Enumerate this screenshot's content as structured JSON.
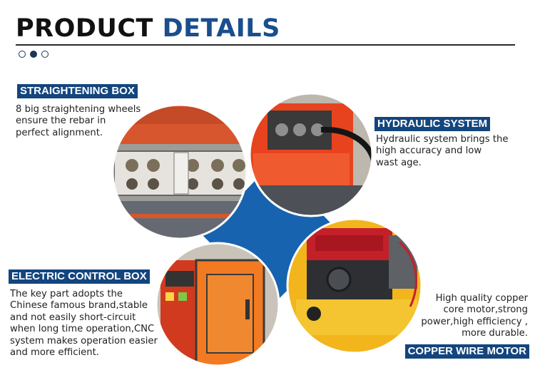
{
  "header": {
    "title_word1": "PRODUCT",
    "title_word2": "DETAILS"
  },
  "pager": {
    "total": 3,
    "active_index": 1
  },
  "features": [
    {
      "label": "STRAIGHTENING BOX",
      "lines": [
        "8 big straightening wheels",
        "ensure the rebar in",
        "perfect alignment."
      ]
    },
    {
      "label": "HYDRAULIC SYSTEM",
      "lines": [
        "Hydraulic system brings the",
        "high accuracy and low",
        "wast age."
      ]
    },
    {
      "label": "ELECTRIC CONTROL BOX",
      "lines": [
        "The key part adopts the",
        "Chinese famous brand,stable",
        "and not easily short-circuit",
        "when long time operation,CNC",
        "system makes operation easier",
        "and more efficient."
      ]
    },
    {
      "label": "COPPER WIRE MOTOR",
      "lines": [
        "High quality copper",
        "core motor,strong",
        "power,high efficiency ,",
        "more durable."
      ]
    }
  ],
  "colors": {
    "accent_blue": "#13457e",
    "title_blue": "#1a4e8c",
    "center_diamond": "#1763b0",
    "machine_orange": "#e8431f",
    "motor_red": "#c3202a",
    "frame_yellow": "#f2b51c"
  }
}
